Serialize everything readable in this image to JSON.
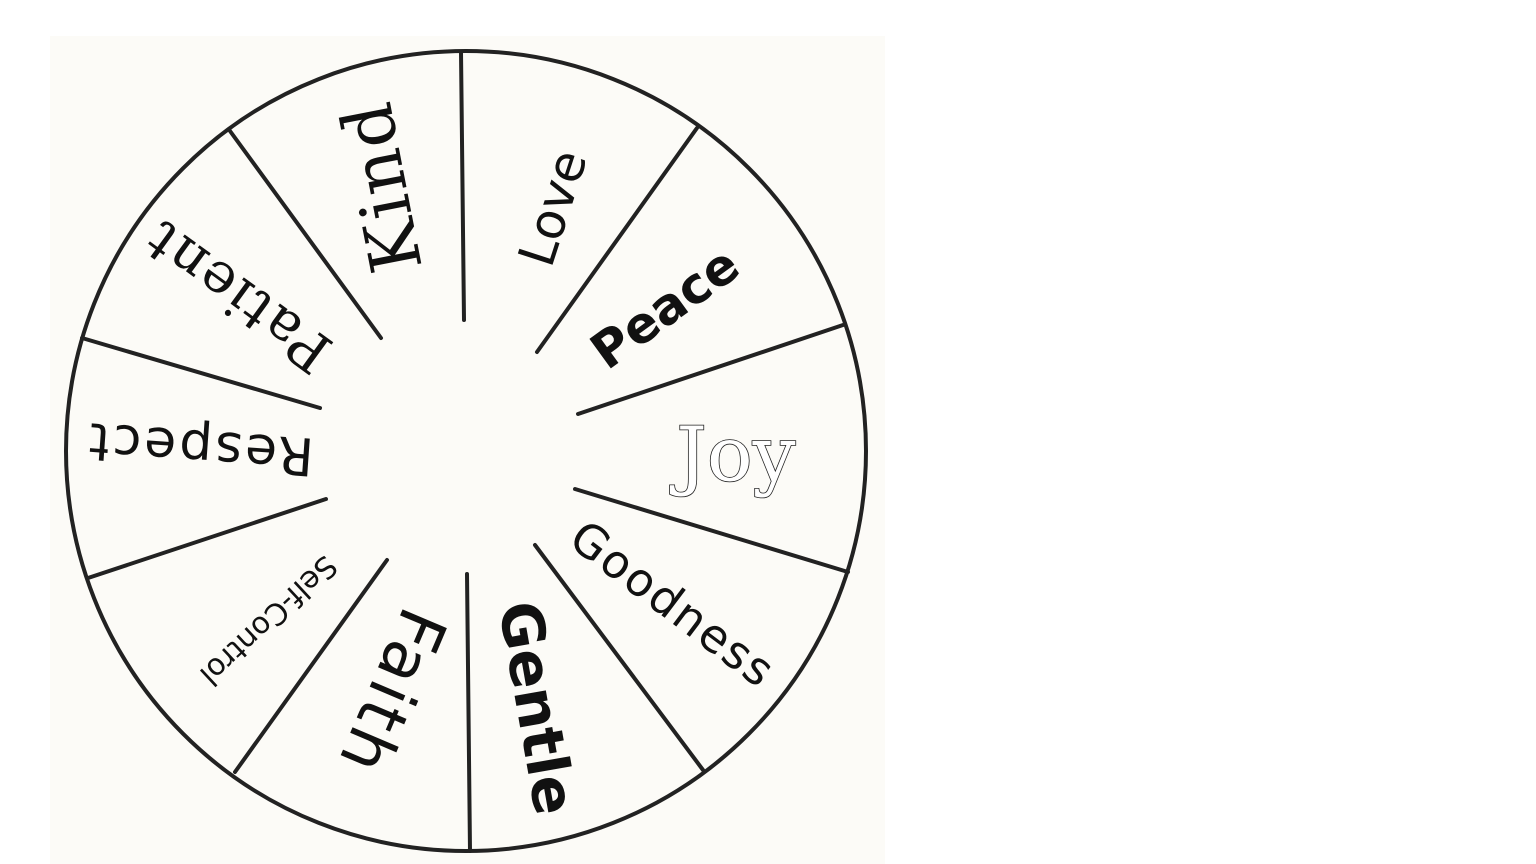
{
  "wheel": {
    "title": "",
    "segments": [
      {
        "label": "Love"
      },
      {
        "label": "Peace"
      },
      {
        "label": "Joy"
      },
      {
        "label": "Goodness"
      },
      {
        "label": "Gentle"
      },
      {
        "label": "Faith"
      },
      {
        "label": "Self-Control"
      },
      {
        "label": "Respect"
      },
      {
        "label": "Patient"
      },
      {
        "label": "Kind"
      }
    ],
    "colors": {
      "background": "#ffffff",
      "photo_background": "#fcfbf7",
      "line": "#222222",
      "text": "#111111"
    }
  }
}
